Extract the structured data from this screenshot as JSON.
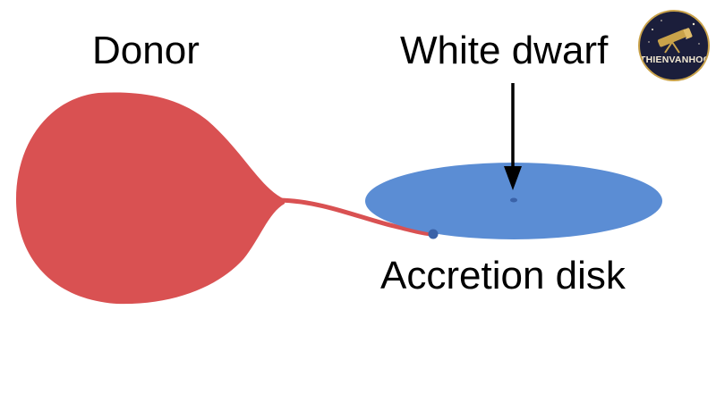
{
  "labels": {
    "donor": "Donor",
    "white_dwarf": "White dwarf",
    "accretion_disk": "Accretion disk"
  },
  "logo": {
    "text": "THIENVANHOC",
    "icon": "telescope-icon"
  },
  "colors": {
    "donor": "#d95152",
    "disk": "#5b8dd4",
    "stream_end": "#3a62a8",
    "arrow": "#000000",
    "logo_bg": "#1b1e3b",
    "logo_ring": "#c9a24a"
  }
}
